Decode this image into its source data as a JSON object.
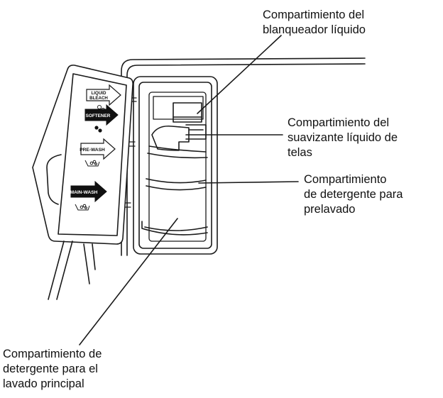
{
  "callouts": {
    "bleach": {
      "lines": [
        "Compartimiento del",
        "blanqueador líquido"
      ]
    },
    "softener": {
      "lines": [
        "Compartimiento del",
        "suavizante líquido de",
        "telas"
      ]
    },
    "prewash": {
      "lines": [
        "Compartimiento",
        "de detergente para",
        "prelavado"
      ]
    },
    "mainwash": {
      "lines": [
        "Compartimiento de",
        "detergente para el",
        "lavado principal"
      ]
    }
  },
  "lid_labels": {
    "liquid_bleach": [
      "LIQUID",
      "BLEACH"
    ],
    "softener": "SOFTENER",
    "pre_wash": "PRE-WASH",
    "main_wash": "MAIN-WASH"
  },
  "colors": {
    "line": "#1a1a1a",
    "background": "#ffffff",
    "dark_label": "#111111"
  }
}
